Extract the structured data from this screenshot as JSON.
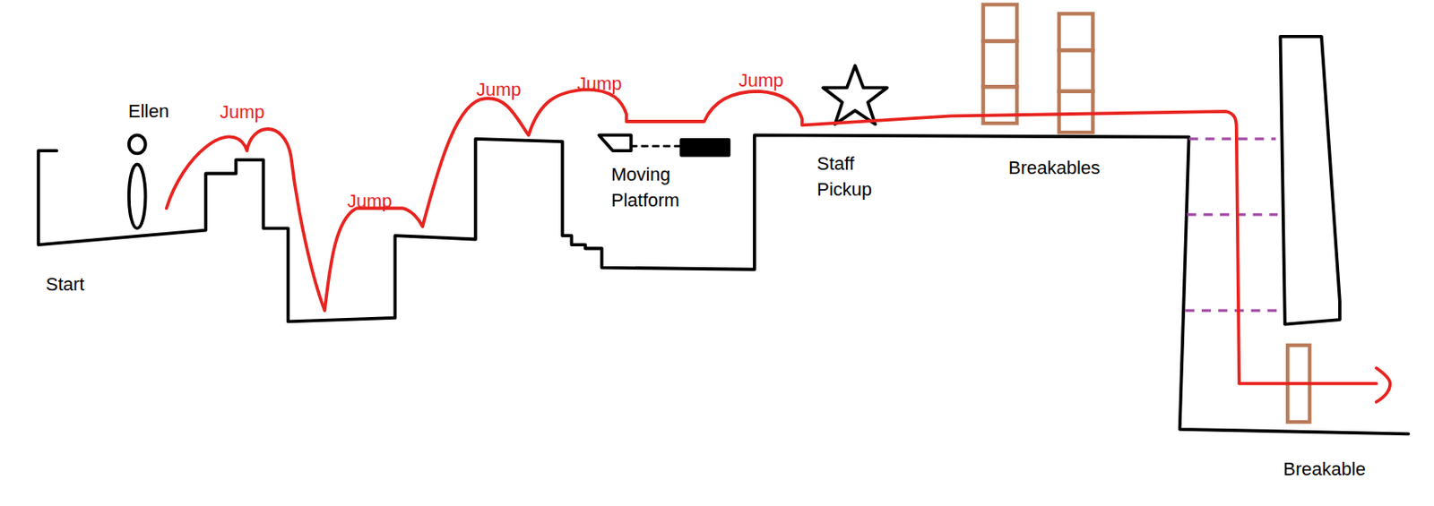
{
  "diagram": {
    "labels": [
      "Ellen",
      "Jump",
      "Jump",
      "Jump",
      "Jump",
      "Jump",
      "Start",
      "Moving Platform",
      "Staff Pickup",
      "Breakables",
      "Breakable"
    ]
  }
}
